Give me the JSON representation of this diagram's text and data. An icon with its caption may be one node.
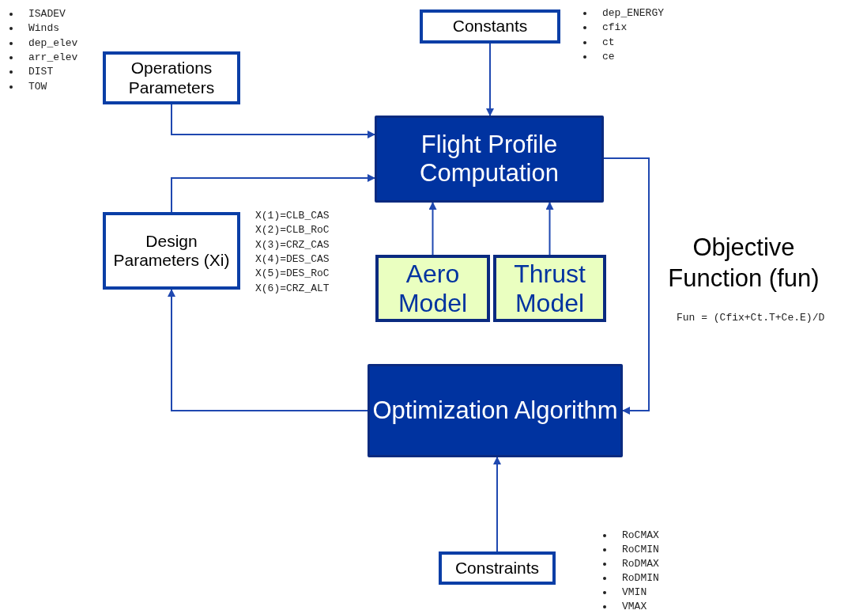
{
  "diagram": {
    "nodes": [
      {
        "text": [
          "Constants"
        ]
      },
      {
        "text": [
          "Operations Parameters"
        ]
      },
      {
        "text": [
          "Flight Profile Computation"
        ]
      },
      {
        "text": [
          "Design Parameters (Xi)"
        ]
      },
      {
        "text": [
          "Aero Model"
        ]
      },
      {
        "text": [
          "Thrust Model"
        ]
      },
      {
        "text": [
          "Optimization Algorithm"
        ]
      },
      {
        "text": [
          "Constraints"
        ]
      }
    ],
    "edges": [
      {
        "from": 0,
        "to": 2,
        "arrow": "to"
      },
      {
        "from": 1,
        "to": 2,
        "arrow": "to"
      },
      {
        "from": 3,
        "to": 2,
        "arrow": "to"
      },
      {
        "from": 4,
        "to": 2,
        "arrow": "to"
      },
      {
        "from": 5,
        "to": 2,
        "arrow": "to"
      },
      {
        "from": 2,
        "to": 6,
        "arrow": "to"
      },
      {
        "from": 6,
        "to": 3,
        "arrow": "to"
      },
      {
        "from": 7,
        "to": 6,
        "arrow": "to"
      }
    ],
    "labels": [
      "ISADEV",
      "Winds",
      "dep_elev",
      "arr_elev",
      "DIST",
      "TOW",
      "dep_ENERGY",
      "cfix",
      "ct",
      "ce",
      "X(1)=CLB_CAS",
      "X(2)=CLB_RoC",
      "X(3)=CRZ_CAS",
      "X(4)=DES_CAS",
      "X(5)=DES_RoC",
      "X(6)=CRZ_ALT",
      "Objective Function (fun)",
      "Fun = (Cfix+Ct.T+Ce.E)/D",
      "RoCMAX",
      "RoCMIN",
      "RoDMAX",
      "RoDMIN",
      "VMIN",
      "VMAX"
    ]
  }
}
